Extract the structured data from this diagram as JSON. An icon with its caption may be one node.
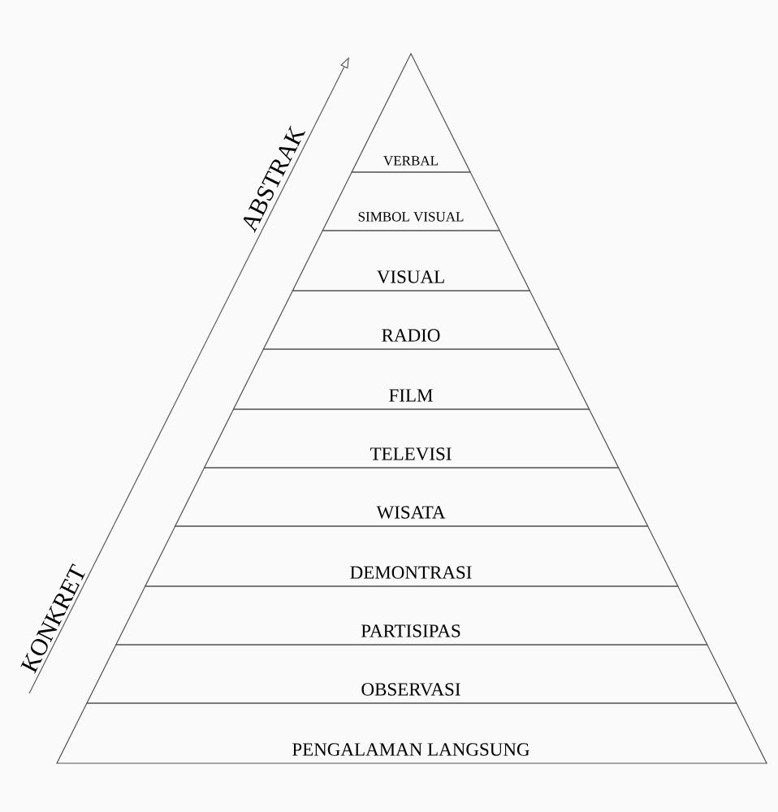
{
  "diagram": {
    "nodes": [
      {
        "text": [
          "VERBAL"
        ]
      },
      {
        "text": [
          "SIMBOL VISUAL"
        ]
      },
      {
        "text": [
          "VISUAL"
        ]
      },
      {
        "text": [
          "RADIO"
        ]
      },
      {
        "text": [
          "FILM"
        ]
      },
      {
        "text": [
          "TELEVISI"
        ]
      },
      {
        "text": [
          "WISATA"
        ]
      },
      {
        "text": [
          "DEMONTRASI"
        ]
      },
      {
        "text": [
          "PARTISIPAS"
        ]
      },
      {
        "text": [
          "OBSERVASI"
        ]
      },
      {
        "text": [
          "PENGALAMAN LANGSUNG"
        ]
      }
    ],
    "labels": [
      "ABSTRAK",
      "KONKRET"
    ]
  }
}
